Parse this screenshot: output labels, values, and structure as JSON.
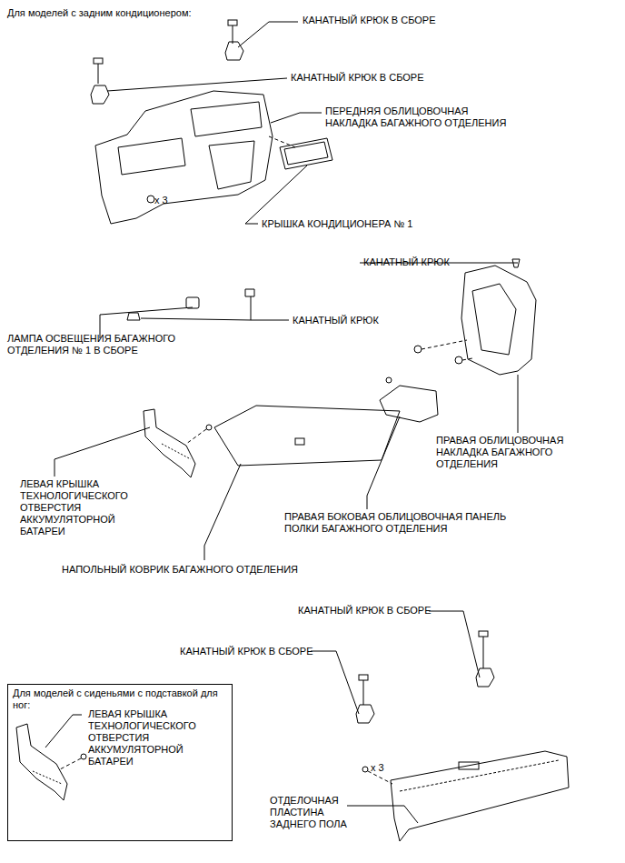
{
  "diagram": {
    "nodes": [
      {
        "text": [
          "Для моделей с сиденьями с подставкой для ног:",
          "ЛЕВАЯ КРЫШКА ТЕХНОЛОГИЧЕСКОГО ОТВЕРСТИЯ АККУМУЛЯТОРНОЙ БАТАРЕИ"
        ]
      }
    ],
    "labels": [
      "Для моделей с задним кондиционером:",
      "КАНАТНЫЙ КРЮК В СБОРЕ",
      "КАНАТНЫЙ КРЮК В СБОРЕ",
      "ПЕРЕДНЯЯ ОБЛИЦОВОЧНАЯ НАКЛАДКА БАГАЖНОГО ОТДЕЛЕНИЯ",
      "x 3",
      "КРЫШКА КОНДИЦИОНЕРА № 1",
      "КАНАТНЫЙ КРЮК",
      "ЛАМПА ОСВЕЩЕНИЯ БАГАЖНОГО ОТДЕЛЕНИЯ № 1 В СБОРЕ",
      "КАНАТНЫЙ КРЮК",
      "ПРАВАЯ ОБЛИЦОВОЧНАЯ НАКЛАДКА БАГАЖНОГО ОТДЕЛЕНИЯ",
      "ЛЕВАЯ КРЫШКА ТЕХНОЛОГИЧЕСКОГО ОТВЕРСТИЯ АККУМУЛЯТОРНОЙ БАТАРЕИ",
      "ПРАВАЯ БОКОВАЯ ОБЛИЦОВОЧНАЯ ПАНЕЛЬ ПОЛКИ БАГАЖНОГО ОТДЕЛЕНИЯ",
      "НАПОЛЬНЫЙ КОВРИК БАГАЖНОГО ОТДЕЛЕНИЯ",
      "КАНАТНЫЙ КРЮК В СБОРЕ",
      "КАНАТНЫЙ КРЮК В СБОРЕ",
      "x 3",
      "ОТДЕЛОЧНАЯ ПЛАСТИНА ЗАДНЕГО ПОЛА"
    ]
  }
}
